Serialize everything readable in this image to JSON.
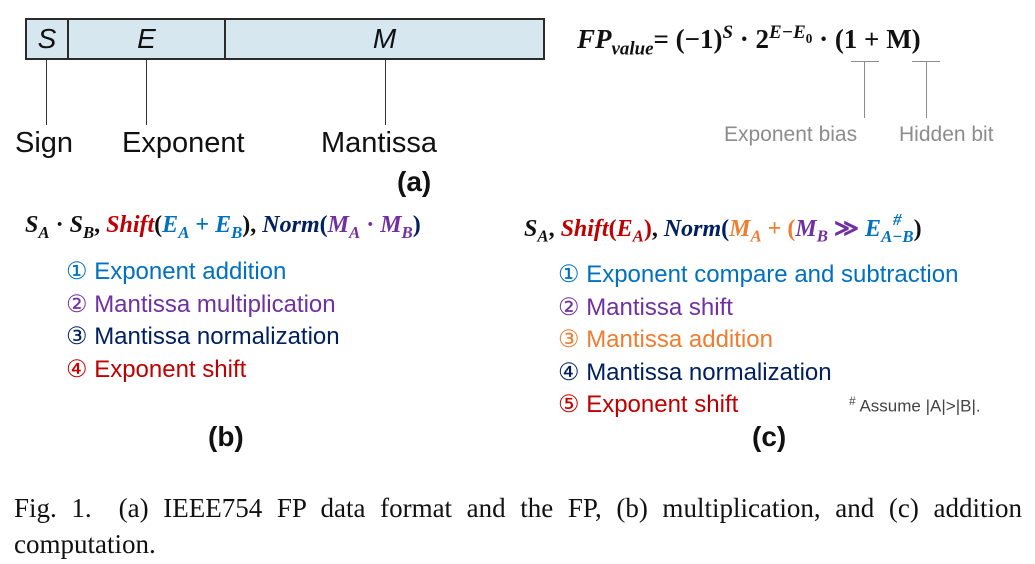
{
  "panel_a": {
    "fields": {
      "sign": "S",
      "exponent": "E",
      "mantissa": "M"
    },
    "labels": {
      "sign": "Sign",
      "exponent": "Exponent",
      "mantissa": "Mantissa"
    },
    "formula_lhs": "FP",
    "formula_lhs_sub": "value",
    "formula_rhs": "= (−1)",
    "formula_exp_s": "S",
    "formula_two": " · 2",
    "formula_exp_e": "E−E",
    "formula_exp_e0": "0",
    "formula_tail": " · (1 + M)",
    "annotations": {
      "exponent_bias": "Exponent bias",
      "hidden_bit": "Hidden bit"
    },
    "caption": "(a)"
  },
  "panel_b": {
    "formula": {
      "sa": "S",
      "sa_sub": "A",
      "dot": " · ",
      "sb": "S",
      "sb_sub": "B",
      "comma1": ", ",
      "shift": "Shift",
      "open1": "(",
      "ea": "E",
      "ea_sub": "A",
      "plus": " + ",
      "eb": "E",
      "eb_sub": "B",
      "close1": ")",
      "comma2": ", ",
      "norm": "Norm",
      "open2": "(",
      "ma": "M",
      "ma_sub": "A",
      "dot2": " · ",
      "mb": "M",
      "mb_sub": "B",
      "close2": ")"
    },
    "steps": [
      {
        "num": "①",
        "text": "Exponent addition",
        "color": "#0070c0"
      },
      {
        "num": "②",
        "text": "Mantissa multiplication",
        "color": "#7030a0"
      },
      {
        "num": "③",
        "text": "Mantissa normalization",
        "color": "#002060"
      },
      {
        "num": "④",
        "text": "Exponent shift",
        "color": "#c00000"
      }
    ],
    "caption": "(b)"
  },
  "panel_c": {
    "formula": {
      "sa": "S",
      "sa_sub": "A",
      "comma1": ", ",
      "shift": "Shift",
      "open1": "(",
      "ea": "E",
      "ea_sub": "A",
      "close1": ")",
      "comma2": ", ",
      "norm": "Norm",
      "open2": "(",
      "ma": "M",
      "ma_sub": "A",
      "plus": " + (",
      "mb": "M",
      "mb_sub": "B",
      "shr": " ≫ ",
      "e": "E",
      "e_sup": "#",
      "e_sub": "A−B",
      "close2": ")"
    },
    "steps": [
      {
        "num": "①",
        "text": "Exponent compare and subtraction",
        "color": "#0070c0"
      },
      {
        "num": "②",
        "text": "Mantissa shift",
        "color": "#7030a0"
      },
      {
        "num": "③",
        "text": "Mantissa addition",
        "color": "#ed7d31"
      },
      {
        "num": "④",
        "text": "Mantissa normalization",
        "color": "#002060"
      },
      {
        "num": "⑤",
        "text": "Exponent shift",
        "color": "#c00000"
      }
    ],
    "note_mark": "#",
    "note_text": " Assume |A|>|B|.",
    "caption": "(c)"
  },
  "figure_caption": "Fig. 1. (a) IEEE754 FP data format and the FP, (b) multiplication, and (c) addition computation."
}
